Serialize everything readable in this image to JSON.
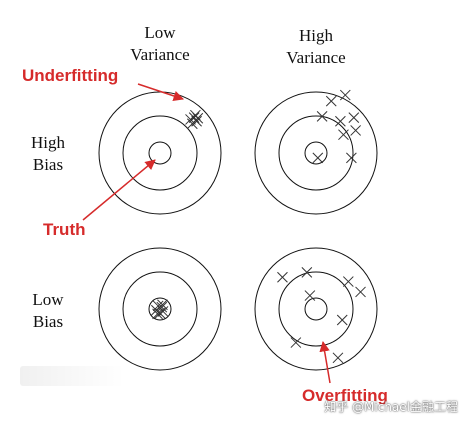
{
  "headers": {
    "low_variance": [
      "Low",
      "Variance"
    ],
    "high_variance": [
      "High",
      "Variance"
    ],
    "high_bias": [
      "High",
      "Bias"
    ],
    "low_bias": [
      "Low",
      "Bias"
    ]
  },
  "annotations": {
    "underfitting": "Underfitting",
    "truth": "Truth",
    "overfitting": "Overfitting"
  },
  "watermark": "知乎 @Michael金融工程",
  "colors": {
    "annotation": "#d62b2b",
    "ring": "#111111",
    "mark": "#333333"
  },
  "targets": [
    {
      "id": "high-bias-low-variance",
      "marks": [
        [
          0.5,
          -0.55
        ],
        [
          0.56,
          -0.58
        ],
        [
          0.6,
          -0.52
        ],
        [
          0.53,
          -0.48
        ],
        [
          0.58,
          -0.62
        ],
        [
          0.62,
          -0.57
        ]
      ]
    },
    {
      "id": "high-bias-high-variance",
      "marks": [
        [
          0.25,
          -0.85
        ],
        [
          0.48,
          -0.95
        ],
        [
          0.1,
          -0.6
        ],
        [
          0.4,
          -0.52
        ],
        [
          0.62,
          -0.58
        ],
        [
          0.65,
          -0.37
        ],
        [
          0.45,
          -0.3
        ],
        [
          0.58,
          0.08
        ],
        [
          0.03,
          0.08
        ]
      ]
    },
    {
      "id": "low-bias-low-variance",
      "marks": [
        [
          -0.03,
          -0.05
        ],
        [
          0.03,
          -0.03
        ],
        [
          -0.06,
          0.02
        ],
        [
          0.05,
          0.04
        ],
        [
          0.0,
          0.07
        ],
        [
          0.04,
          -0.07
        ],
        [
          -0.04,
          0.08
        ]
      ]
    },
    {
      "id": "low-bias-high-variance",
      "marks": [
        [
          -0.55,
          -0.52
        ],
        [
          -0.15,
          -0.6
        ],
        [
          -0.1,
          -0.22
        ],
        [
          0.53,
          -0.45
        ],
        [
          0.73,
          -0.28
        ],
        [
          0.43,
          0.18
        ],
        [
          -0.33,
          0.55
        ],
        [
          0.36,
          0.8
        ]
      ]
    }
  ]
}
